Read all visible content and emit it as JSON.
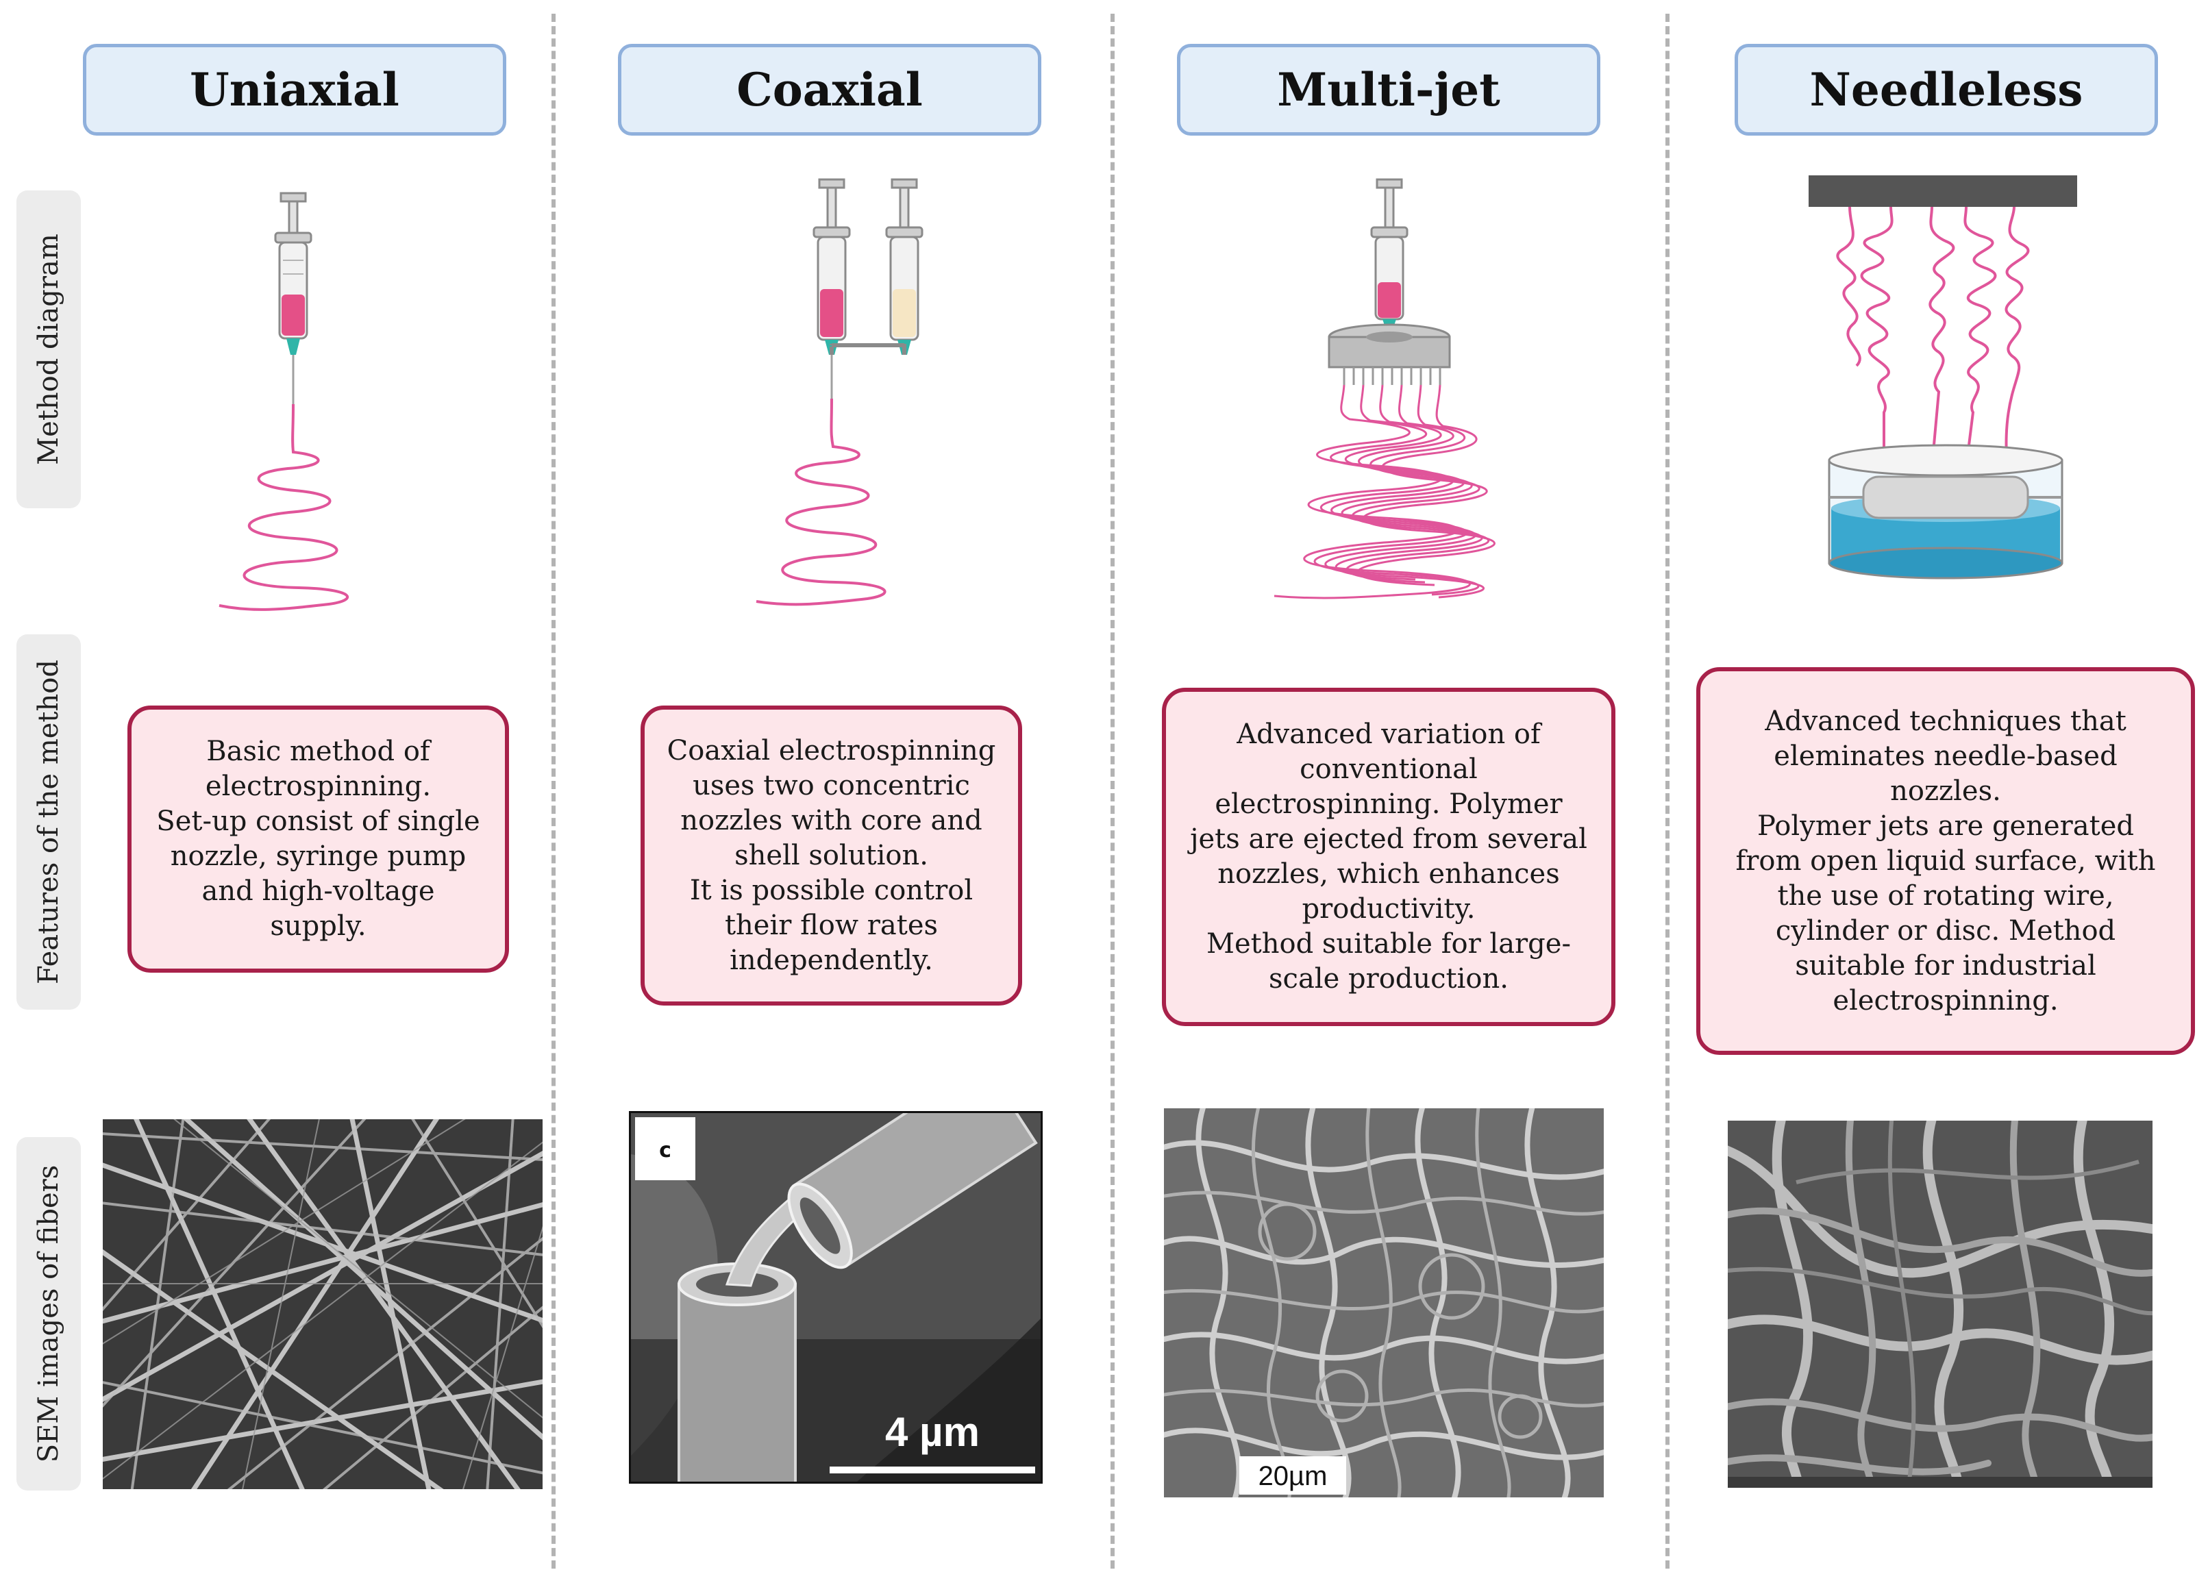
{
  "columns": [
    {
      "title": "Uniaxial",
      "features": [
        "Basic method of",
        "electrospinning.",
        "Set-up consist of single",
        "nozzle, syringe pump",
        "and high-voltage",
        "supply."
      ]
    },
    {
      "title": "Coaxial",
      "features": [
        "Coaxial electrospinning",
        "uses two concentric",
        "nozzles with core and",
        "shell solution.",
        "It is possible control",
        "their flow rates",
        "independently."
      ]
    },
    {
      "title": "Multi-jet",
      "features": [
        "Advanced variation of",
        "conventional",
        "electrospinning. Polymer",
        "jets are ejected from several",
        "nozzles, which enhances",
        "productivity.",
        "Method suitable for large-",
        "scale production."
      ]
    },
    {
      "title": "Needleless",
      "features": [
        "Advanced techniques that",
        "eleminates needle-based",
        "nozzles.",
        "Polymer  jets are generated",
        "from open liquid surface, with",
        "the use of rotating wire,",
        "cylinder or disc. Method",
        "suitable for industrial",
        "electrospinning."
      ]
    }
  ],
  "row_labels": {
    "method_diagram": "Method diagram",
    "features": "Features of the method",
    "sem": "SEM images of fibers"
  },
  "sem_labels": {
    "coaxial_panel": "c",
    "coaxial_scale": "4 µm",
    "multijet_scale": "20µm"
  },
  "colors": {
    "header_fill": "#e3eef9",
    "header_border": "#8fb0dc",
    "feature_fill": "#fde6ea",
    "feature_border": "#a8214a",
    "fiber": "#e0559a",
    "divider": "#b3b3b3"
  }
}
